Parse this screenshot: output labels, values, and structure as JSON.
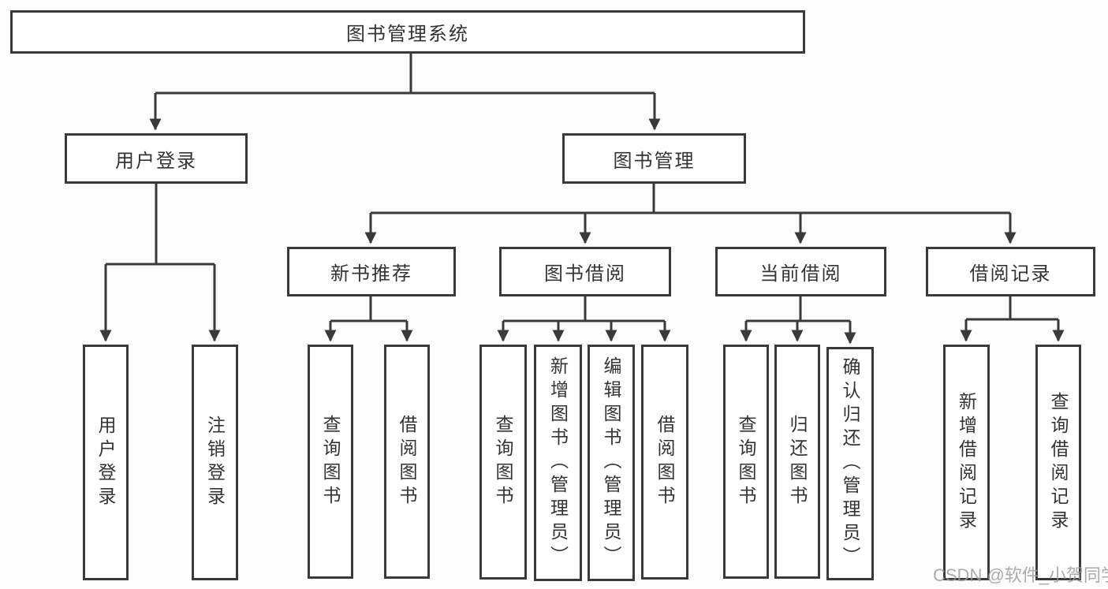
{
  "diagram_title": "图书管理系统",
  "tree": {
    "root": "图书管理系统",
    "branches": [
      {
        "label": "用户登录",
        "children": [
          "用户登录",
          "注销登录"
        ]
      },
      {
        "label": "图书管理",
        "modules": [
          {
            "label": "新书推荐",
            "children": [
              "查询图书",
              "借阅图书"
            ]
          },
          {
            "label": "图书借阅",
            "children": [
              "查询图书",
              "新增图书（管理员）",
              "编辑图书（管理员）",
              "借阅图书"
            ]
          },
          {
            "label": "当前借阅",
            "children": [
              "查询图书",
              "归还图书",
              "确认归还（管理员）"
            ]
          },
          {
            "label": "借阅记录",
            "children": [
              "新增借阅记录",
              "查询借阅记录"
            ]
          }
        ]
      }
    ]
  },
  "watermark": "CSDN @软件_小贺同学",
  "colors": {
    "line": "#3a3a3a",
    "box_border": "#3a3a3a",
    "box_background": "#ffffff",
    "text": "#333333",
    "watermark": "#9d9d9d",
    "page_background": "#fcfcfc"
  }
}
